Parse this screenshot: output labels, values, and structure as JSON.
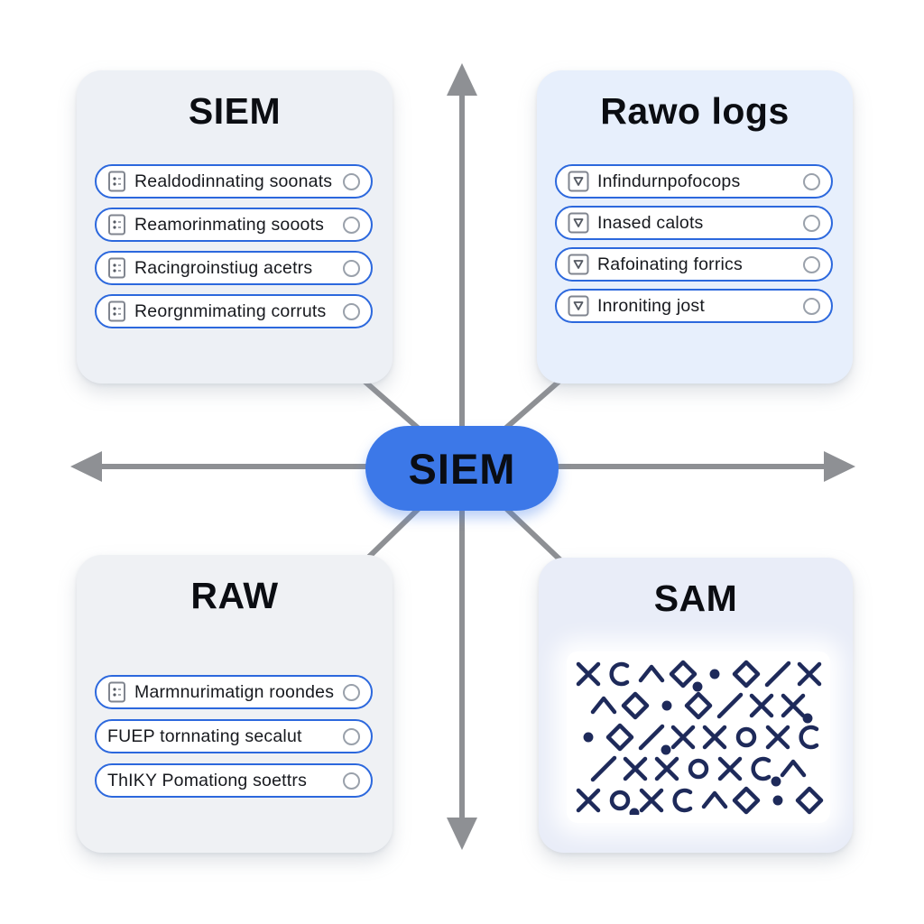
{
  "center_node": {
    "label": "SIEM",
    "color": "#3c78e8"
  },
  "connectors": {
    "line_color": "#8e9094",
    "style": "four-way axis arrows plus four diagonals radiating from center"
  },
  "quadrants": {
    "top_left": {
      "title": "SIEM",
      "bg": "#edf0f5",
      "items": [
        {
          "icon": "document-icon",
          "label": "Realdodinnating soonats",
          "trailing": "radio-circle-icon"
        },
        {
          "icon": "document-icon",
          "label": "Reamorinmating sooots",
          "trailing": "radio-circle-icon"
        },
        {
          "icon": "document-icon",
          "label": "Racingroinstiug acetrs",
          "trailing": "radio-circle-icon"
        },
        {
          "icon": "document-icon",
          "label": "Reorgnmimating corruts",
          "trailing": "radio-circle-icon"
        }
      ]
    },
    "top_right": {
      "title": "Rawo logs",
      "bg": "#e7effc",
      "items": [
        {
          "icon": "funnel-checkbox-icon",
          "label": "Infindurnpofocops",
          "trailing": "radio-circle-icon"
        },
        {
          "icon": "funnel-checkbox-icon",
          "label": "Inased calots",
          "trailing": "radio-circle-icon"
        },
        {
          "icon": "funnel-checkbox-icon",
          "label": "Rafoinating forrics",
          "trailing": "radio-circle-icon"
        },
        {
          "icon": "funnel-checkbox-icon",
          "label": "Inroniting jost",
          "trailing": "radio-circle-icon"
        }
      ]
    },
    "bottom_left": {
      "title": "RAW",
      "bg": "#eff1f4",
      "items": [
        {
          "icon": "document-icon",
          "label": "Marmnurimatign roondes",
          "trailing": "radio-circle-icon"
        },
        {
          "icon": null,
          "label": "FUEP tornnating secalut",
          "trailing": "radio-circle-icon"
        },
        {
          "icon": null,
          "label": "ThIKY Pomationg soettrs",
          "trailing": "radio-circle-icon"
        }
      ]
    },
    "bottom_right": {
      "title": "SAM",
      "bg": "#e9edf8",
      "pattern": "geometric-doodle-pattern",
      "pattern_color": "#1e2a5a"
    }
  }
}
